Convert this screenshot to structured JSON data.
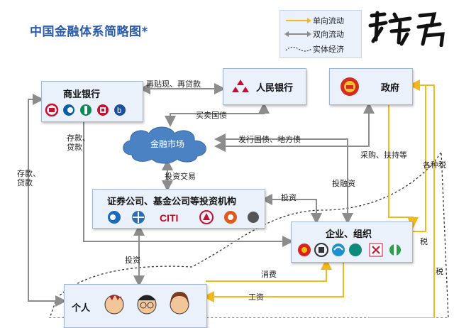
{
  "title": "中国金融体系简略图*",
  "legend": {
    "one_way": "单向流动",
    "two_way": "双向流动",
    "real_economy": "实体经济"
  },
  "watermark": "张宇虎",
  "nodes": {
    "commercial_bank": "商业银行",
    "pboc": "人民银行",
    "government": "政府",
    "financial_market": "金融市场",
    "investment_institutions": "证券公司、基金公司等投资机构",
    "enterprises": "企业、组织",
    "individuals": "个人"
  },
  "edges": {
    "rediscount": "再贴现、再贷款",
    "buy_sell_bonds": "买卖国债",
    "issue_bonds": "发行国债、地方债",
    "procurement": "采购、扶持等",
    "various_taxes": "各种税",
    "investment_trading": "投资交易",
    "investment_right": "投资",
    "investment_financing": "投融资",
    "deposits_loans_bank": "存款、\n贷款",
    "deposits_loans_left": "存款、\n贷款",
    "investment_down": "投资",
    "consumption": "消费",
    "wages": "工资",
    "tax_enterprise": "税",
    "tax_individual": "税"
  },
  "colors": {
    "one_way": "#f2b81c",
    "two_way": "#8c8c8c",
    "box_fill": "#eaf1fa",
    "box_border": "#9db8d9",
    "title": "#2a5caa",
    "cloud": "#4a82c4"
  },
  "icons": {
    "bank_logos": [
      "icbc-logo",
      "boc-logo",
      "abc-logo",
      "ccb-logo",
      "bocom-logo"
    ],
    "institution_logos": [
      "citic-securities-logo",
      "haitong-logo",
      "citi-logo",
      "guotai-logo",
      "huatai-logo",
      "fund-logo"
    ],
    "enterprise_logos": [
      "petrochina-logo",
      "sinopec-logo",
      "china-mobile-logo",
      "state-grid-logo",
      "calligraphy-logo",
      "pinwheel-logo"
    ],
    "individuals": [
      "person-male-icon",
      "person-glasses-icon",
      "person-female-icon"
    ],
    "pboc": "pboc-emblem-icon",
    "government": "national-emblem-icon"
  },
  "citi_text": "CITI"
}
